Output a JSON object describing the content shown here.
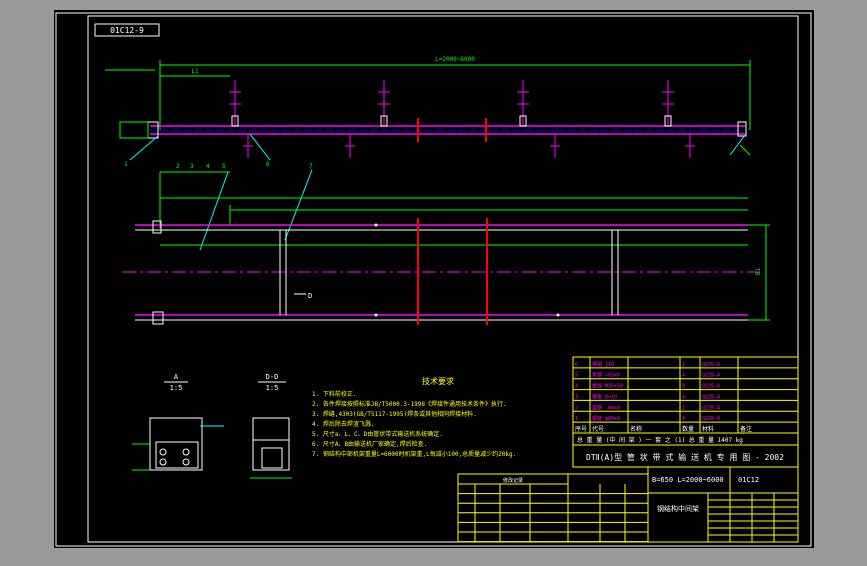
{
  "drawing_no": "01C12-9",
  "colors": {
    "surround": "#9a9a9a",
    "sheet": "#000000",
    "frame": "#ffffff",
    "conveyor": "#ff00ff",
    "dimension": "#00ff00",
    "leader": "#00ffff",
    "title_text": "#ffffff",
    "table_line": "#ffff00",
    "table_text": "#ff00ff",
    "notes": "#ffff00",
    "red": "#ff0000"
  },
  "balloons": [
    "1",
    "2",
    "3",
    "4",
    "5",
    "6",
    "7"
  ],
  "dims": {
    "overall": "L=2000~6000",
    "top_short": "L1",
    "height": "B1"
  },
  "section_views": [
    {
      "label": "A",
      "scale": "1:5"
    },
    {
      "label": "D-D",
      "scale": "1:5"
    }
  ],
  "section_mark": "D",
  "notes": {
    "title": "技术要求",
    "items": [
      "1. 下料前校正.",
      "2. 各件焊接按照标准JB/T5000.3-1998《焊接件通用技术条件》执行.",
      "3. 焊缝,4303(GB/T5117-1995)焊条或其他相同焊接材料.",
      "4. 焊后除去焊渣飞溅.",
      "5. 尺寸a、L、C、D由管状带式输送机系统确定.",
      "6. 尺寸A、B由输送机厂家确定,焊后检查.",
      "7. 钢结构中部机架重量L=6000时机架重,L每减小100,总质量减少约20kg."
    ]
  },
  "title_block": {
    "bom_headers": [
      "序号",
      "代号",
      "名称",
      "数量",
      "材料",
      "备注"
    ],
    "bom_rows": [
      [
        "6",
        "槽钢 [10",
        "",
        "2",
        "Q235-A",
        ""
      ],
      [
        "5",
        "角钢 ∠63x6",
        "",
        "4",
        "Q235-A",
        ""
      ],
      [
        "4",
        "螺栓 M16x50",
        "",
        "8",
        "Q235-A",
        ""
      ],
      [
        "3",
        "钢板 δ=10",
        "",
        "4",
        "Q235-A",
        ""
      ],
      [
        "2",
        "扁钢 -60x8",
        "",
        "2",
        "Q235-A",
        ""
      ],
      [
        "1",
        "钢管 φ89x4",
        "",
        "4",
        "Q235-A",
        ""
      ]
    ],
    "summary": "总 重 量 (中 间 架 ) 一 套 之 (1)   总 重 量 1407 kg",
    "product": "DTⅡ(A)型  管 状 带 式 输 送 机 专 用 图 - 2002",
    "spec": "B=650 L=2000~6000",
    "code": "01C12",
    "part_name": "钢结构中间架",
    "revision_title": "修改记录"
  }
}
